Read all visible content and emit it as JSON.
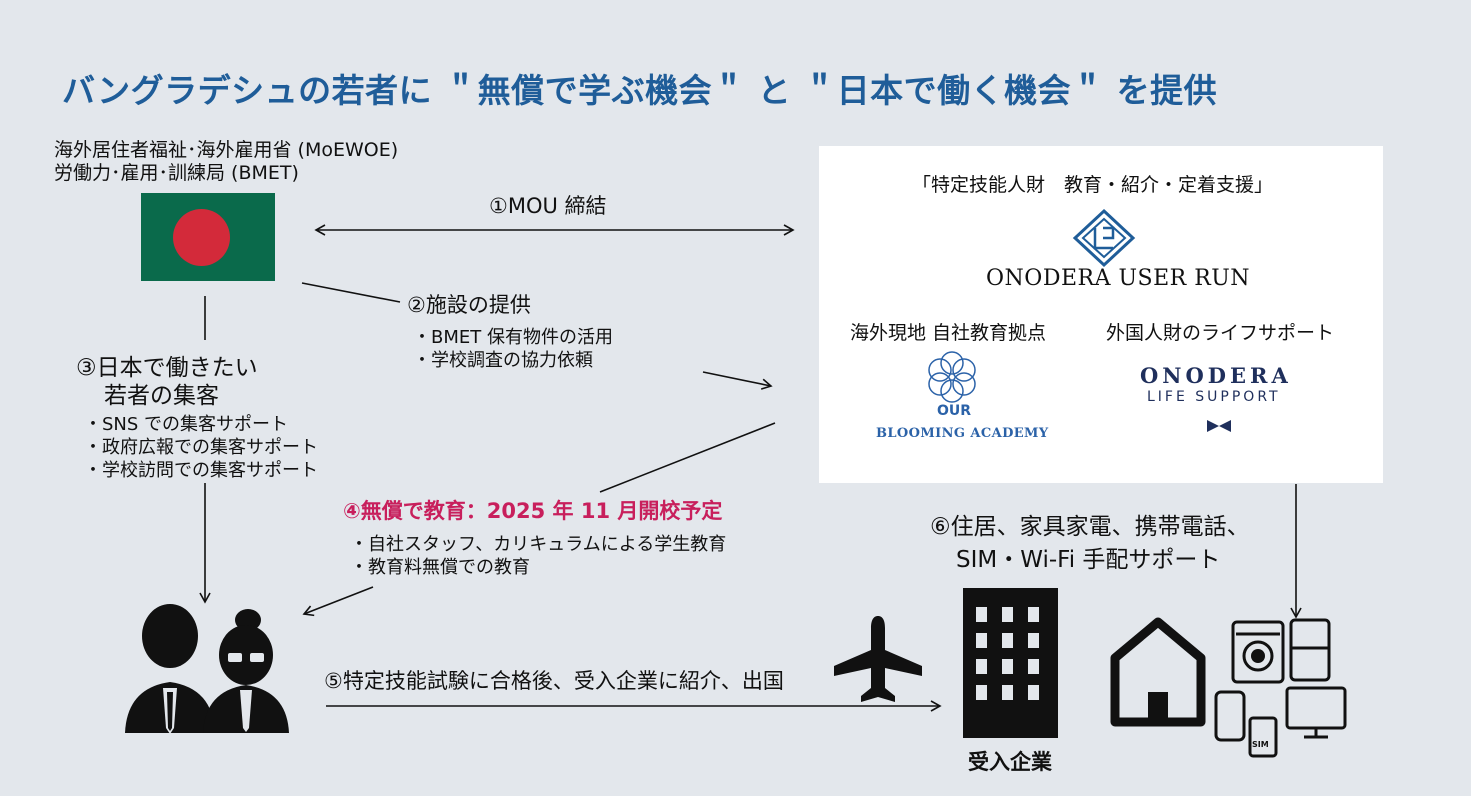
{
  "title": "バングラデシュの若者に ＂無償で学ぶ機会＂ と ＂日本で働く機会＂ を提供",
  "government": {
    "line1": "海外居住者福祉･海外雇用省 (MoEWOE)",
    "line2": "労働力･雇用･訓練局 (BMET)"
  },
  "flag": {
    "name": "Bangladesh",
    "green": "#0a6a4b",
    "red": "#d32a3a"
  },
  "mou": "①MOU 締結",
  "facility": {
    "heading": "②施設の提供",
    "items": [
      "・BMET 保有物件の活用",
      "・学校調査の協力依頼"
    ]
  },
  "recruit": {
    "heading1": "③日本で働きたい",
    "heading2": "若者の集客",
    "items": [
      "・SNS での集客サポート",
      "・政府広報での集客サポート",
      "・学校訪問での集客サポート"
    ]
  },
  "education": {
    "heading": "④無償で教育：2025 年 11 月開校予定",
    "items": [
      "・自社スタッフ、カリキュラムによる学生教育",
      "・教育料無償での教育"
    ],
    "color": "#c81f5c"
  },
  "exam": "⑤特定技能試験に合格後、受入企業に紹介、出国",
  "support": {
    "line1": "⑥住居、家具家電、携帯電話、",
    "line2": "SIM・Wi-Fi 手配サポート"
  },
  "company_label": "受入企業",
  "panel": {
    "heading": "「特定技能人財　教育・紹介・定着支援」",
    "company_logo": "ONODERA USER RUN",
    "left_caption": "海外現地 自社教育拠点",
    "right_caption": "外国人財のライフサポート",
    "academy_line1": "OUR",
    "academy_line2": "BLOOMING ACADEMY",
    "life_line1": "ONODERA",
    "life_line2": "LIFE SUPPORT"
  },
  "colors": {
    "title": "#1f5d99",
    "background": "#e3e7ec",
    "academy": "#2b62a8",
    "life_support": "#1f2f5c"
  }
}
